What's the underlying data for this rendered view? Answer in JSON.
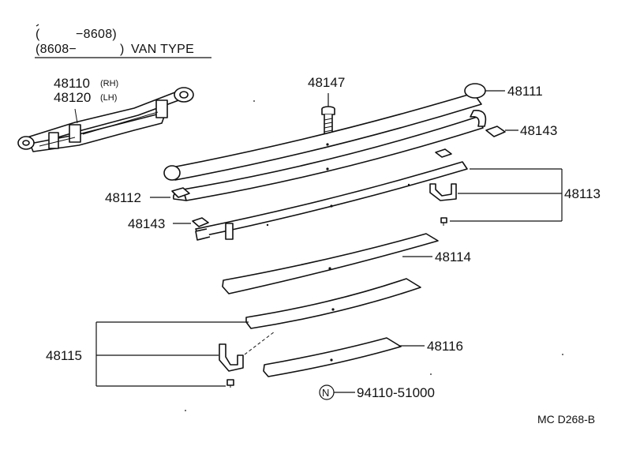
{
  "header": {
    "line1_open": "(",
    "line1_range": "−8608)",
    "line2_range": "(8608−",
    "line2_close": ")",
    "line2_type": "VAN  TYPE"
  },
  "labels": {
    "spring_assy_rh": "48110",
    "rh_tag": "(RH)",
    "spring_assy_lh": "48120",
    "lh_tag": "(LH)",
    "center_bolt": "48147",
    "leaf_no1": "48111",
    "insert_top": "48143",
    "leaf_no2": "48112",
    "clip_right": "48113",
    "insert_left": "48143",
    "leaf_no4": "48114",
    "clip_left": "48115",
    "leaf_no6": "48116",
    "nut_symbol": "N",
    "nut_part": "94110-51000",
    "footer_code": "MC  D268-B"
  }
}
